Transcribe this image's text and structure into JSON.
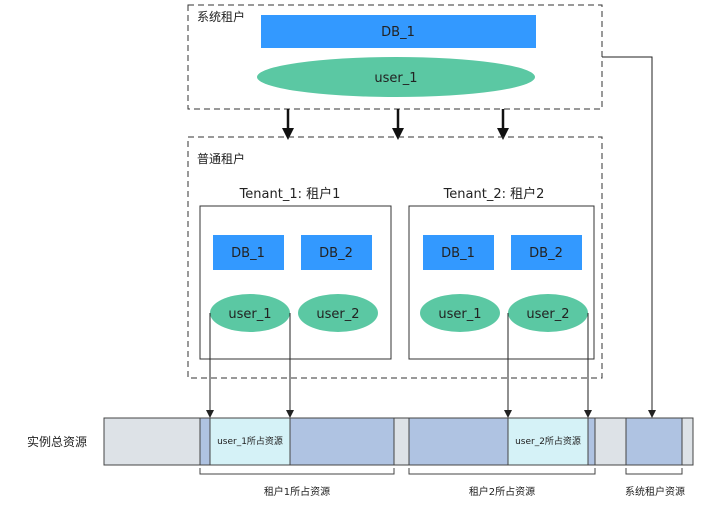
{
  "system_tenant": {
    "title": "系统租户",
    "db": "DB_1",
    "user": "user_1"
  },
  "normal_tenant": {
    "title": "普通租户",
    "tenants": [
      {
        "title": "Tenant_1: 租户1",
        "dbs": [
          "DB_1",
          "DB_2"
        ],
        "users": [
          "user_1",
          "user_2"
        ]
      },
      {
        "title": "Tenant_2: 租户2",
        "dbs": [
          "DB_1",
          "DB_2"
        ],
        "users": [
          "user_1",
          "user_2"
        ]
      }
    ]
  },
  "resources": {
    "row_label": "实例总资源",
    "user1_share": "user_1所占资源",
    "user2_share": "user_2所占资源",
    "tenant1_label": "租户1所占资源",
    "tenant2_label": "租户2所占资源",
    "system_label": "系统租户资源"
  },
  "colors": {
    "db_blue": "#3399FF",
    "user_green": "#5BC8A3",
    "tenant_fill": "#AFC3E2",
    "user_fill": "#D5F2F7",
    "bar_gray": "#DDE2E7",
    "dash": "#333333"
  }
}
